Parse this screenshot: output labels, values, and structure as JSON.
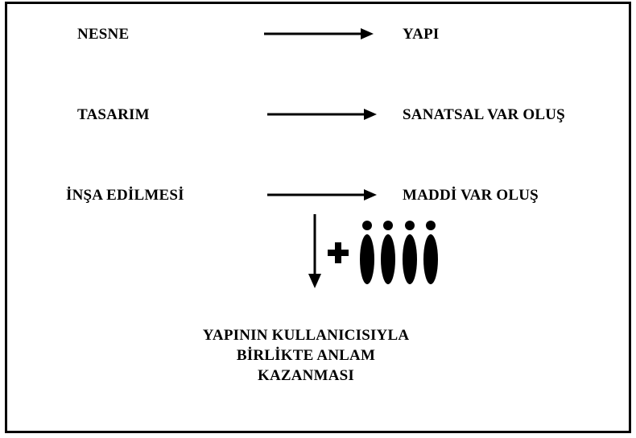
{
  "rows": [
    {
      "left": "NESNE",
      "right": "YAPI"
    },
    {
      "left": "TASARIM",
      "right": "SANATSAL VAR OLUŞ"
    },
    {
      "left": "İNŞA EDİLMESİ",
      "right": "MADDİ VAR OLUŞ"
    }
  ],
  "result": {
    "lines": [
      "YAPININ KULLANICISIYLA",
      "BİRLİKTE ANLAM",
      "KAZANMASI"
    ]
  },
  "icons": {
    "plus": "plus-icon",
    "users": "user-figures-icon",
    "arrow_right": "arrow-right-icon",
    "arrow_down": "arrow-down-icon"
  },
  "colors": {
    "ink": "#000000",
    "background": "#ffffff"
  }
}
